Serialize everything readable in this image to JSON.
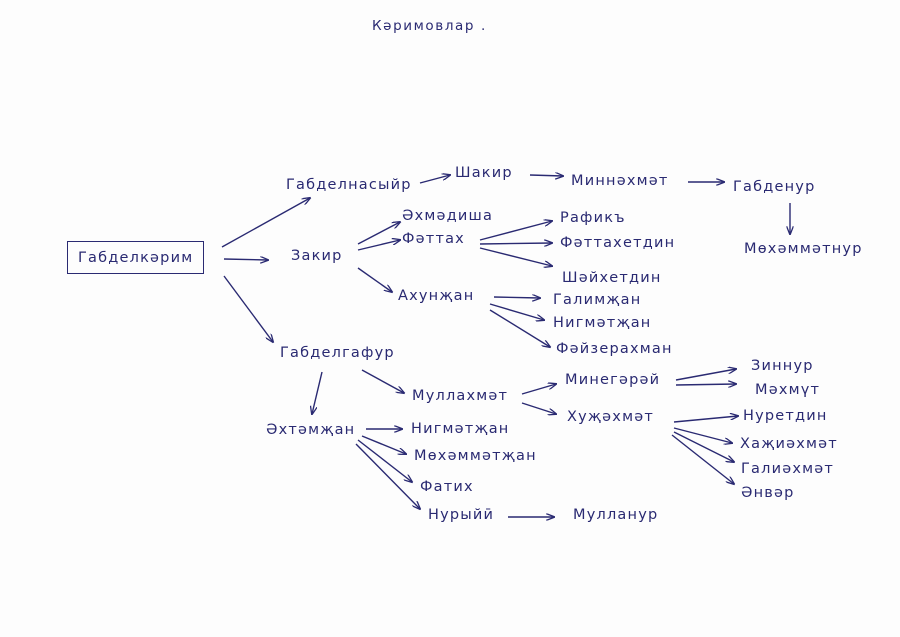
{
  "title": "Кәримовлар .",
  "people": {
    "gabdelkarim": "Габделкәрим",
    "gabdelnasyir": "Габделнасыйр",
    "shakir": "Шакир",
    "minnahmat": "Миннәхмәт",
    "gabdenur": "Габденур",
    "mohammatnur": "Мөхәммәтнур",
    "akhmadisha": "Әхмәдиша",
    "fattah": "Фәттах",
    "zakir": "Закир",
    "rafik": "Рафикъ",
    "fattahetdin": "Фәттахетдин",
    "shaikhetdin": "Шәйхетдин",
    "akhunjan": "Ахунҗан",
    "galimjan": "Галимҗан",
    "nigmatjan1": "Нигмәтҗан",
    "faizrakhman": "Фәйзерахман",
    "gabdelgafur": "Габделгафур",
    "mullahmat": "Муллахмәт",
    "minegaray": "Минегәрәй",
    "zinnur": "Зиннур",
    "makhmut": "Мәхмүт",
    "khujahmat": "Хуҗәхмәт",
    "nuretdin": "Нуретдин",
    "khajiakhmat": "Хаҗиәхмәт",
    "galiakhmat": "Галиәхмәт",
    "anvar": "Әнвәр",
    "akhtamjan": "Әхтәмҗан",
    "nigmatjan2": "Нигмәтҗан",
    "mohammatjan": "Мөхәммәтҗан",
    "fatikh": "Фатих",
    "nuryi": "Нурыйӣ",
    "mullanur": "Мулланур"
  },
  "colors": {
    "ink": "#2a2a72",
    "paper": "#fdfdfd"
  }
}
